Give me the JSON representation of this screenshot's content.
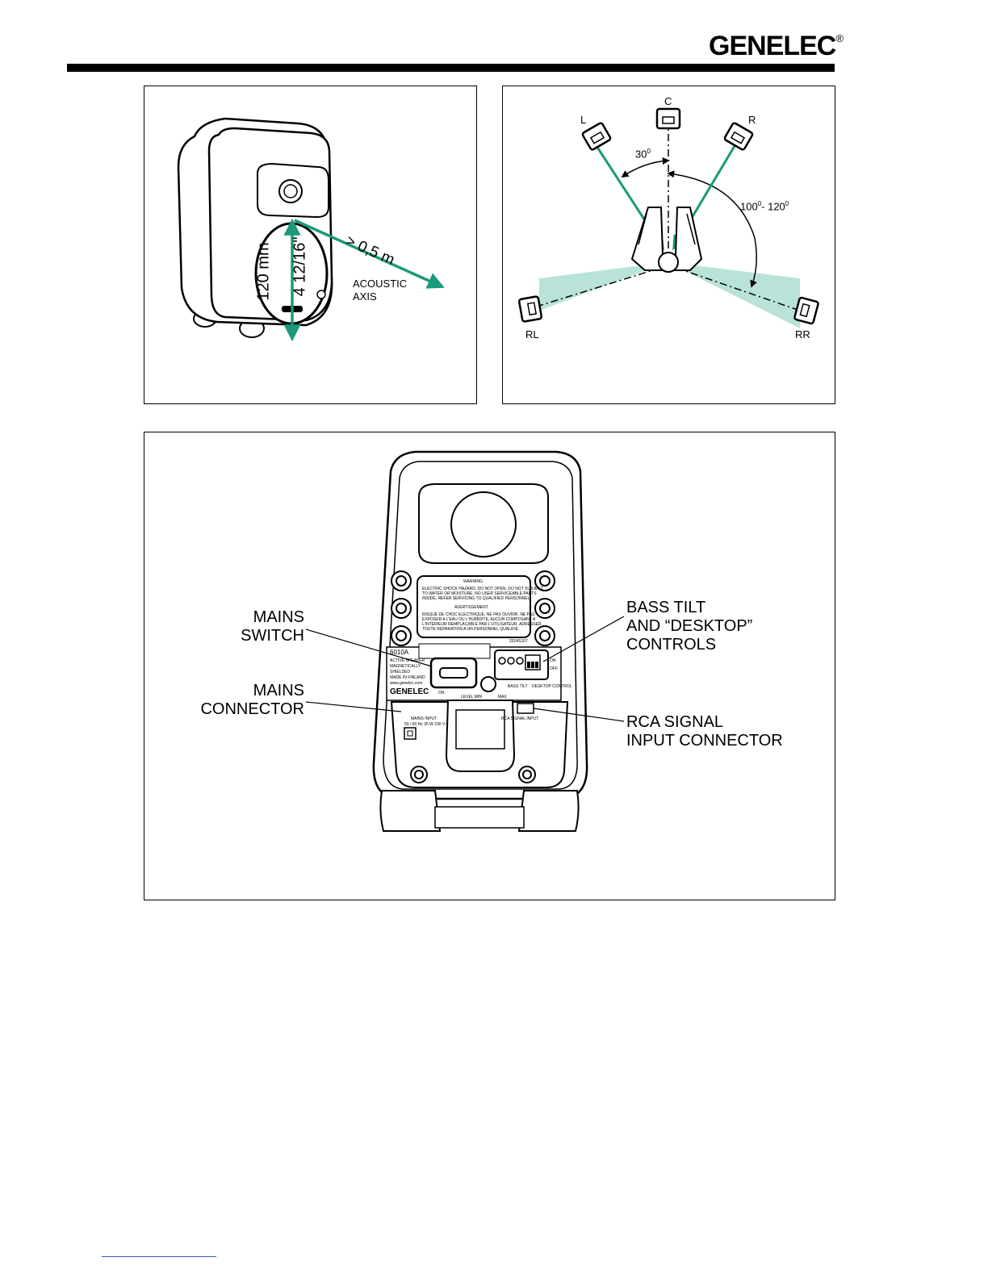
{
  "header": {
    "brand": "GENELEC",
    "registered_mark": "®"
  },
  "figure_acoustic_axis": {
    "height_mm": "120 mm",
    "height_in": "4 12/16\"",
    "distance": "> 0,5 m",
    "axis_label_line1": "ACOUSTIC",
    "axis_label_line2": "AXIS",
    "accent_color": "#1a9a7a"
  },
  "figure_surround": {
    "speaker_l": "L",
    "speaker_c": "C",
    "speaker_r": "R",
    "speaker_rl": "RL",
    "speaker_rr": "RR",
    "angle_front_value": "30",
    "angle_front_unit": "0",
    "angle_rear_value1": "100",
    "angle_rear_unit1": "0",
    "angle_rear_sep": "- 120",
    "angle_rear_unit2": "0",
    "beam_color": "#b9e3d8",
    "accent_color": "#1a9a7a"
  },
  "figure_rear_panel": {
    "callouts": {
      "mains_switch_line1": "MAINS",
      "mains_switch_line2": "SWITCH",
      "mains_connector_line1": "MAINS",
      "mains_connector_line2": "CONNECTOR",
      "bass_tilt_line1": "BASS TILT",
      "bass_tilt_line2": "AND “DESKTOP”",
      "bass_tilt_line3": "CONTROLS",
      "rca_line1": "RCA SIGNAL",
      "rca_line2": "INPUT CONNECTOR"
    },
    "panel_text": {
      "warning_title": "WARNING",
      "warning_body1": "ELECTRIC SHOCK HAZARD, DO NOT OPEN, DO NOT SUBJECT",
      "warning_body2": "TO WATER OR MOISTURE, NO USER SERVICEABLE PARTS",
      "warning_body3": "INSIDE, REFER SERVICING TO QUALIFIED PERSONNEL.",
      "avert_title": "AVERTISSEMENT",
      "avert_body1": "RISQUE DE CHOC ELECTRIQUE, NE PAS OUVRIR, NE PAS",
      "avert_body2": "EXPOSER A L'EAU OU L'HUMIDITE, AUCUN COMPOSANT A",
      "avert_body3": "L'INTERIEUR REMPLACABLE PAR L'UTILISATEUR, ADRESSER",
      "avert_body4": "TOUTE REPARATION A UN PERSONNEL QUALIFIE.",
      "model": "6010A",
      "model_desc1": "ACTIVE SPEAKER",
      "model_desc2": "MAGNETICALLY",
      "model_desc3": "SHIELDED",
      "model_desc4": "MADE IN FINLAND",
      "model_desc5": "www.genelec.com",
      "small_brand": "GENELEC",
      "on_label": "ON",
      "level": "LEVEL MIN",
      "max": "MAX",
      "bass_tilt": "BASS TILT",
      "desktop_control": "DESKTOP CONTROL",
      "switch_on": "ON",
      "switch_off": "OFF",
      "mains_input": "MAINS INPUT",
      "mains_spec": "50 / 60 Hz  35 W  230 V~",
      "rca_input": "RCA SIGNAL INPUT",
      "serial": "2024S107"
    }
  }
}
